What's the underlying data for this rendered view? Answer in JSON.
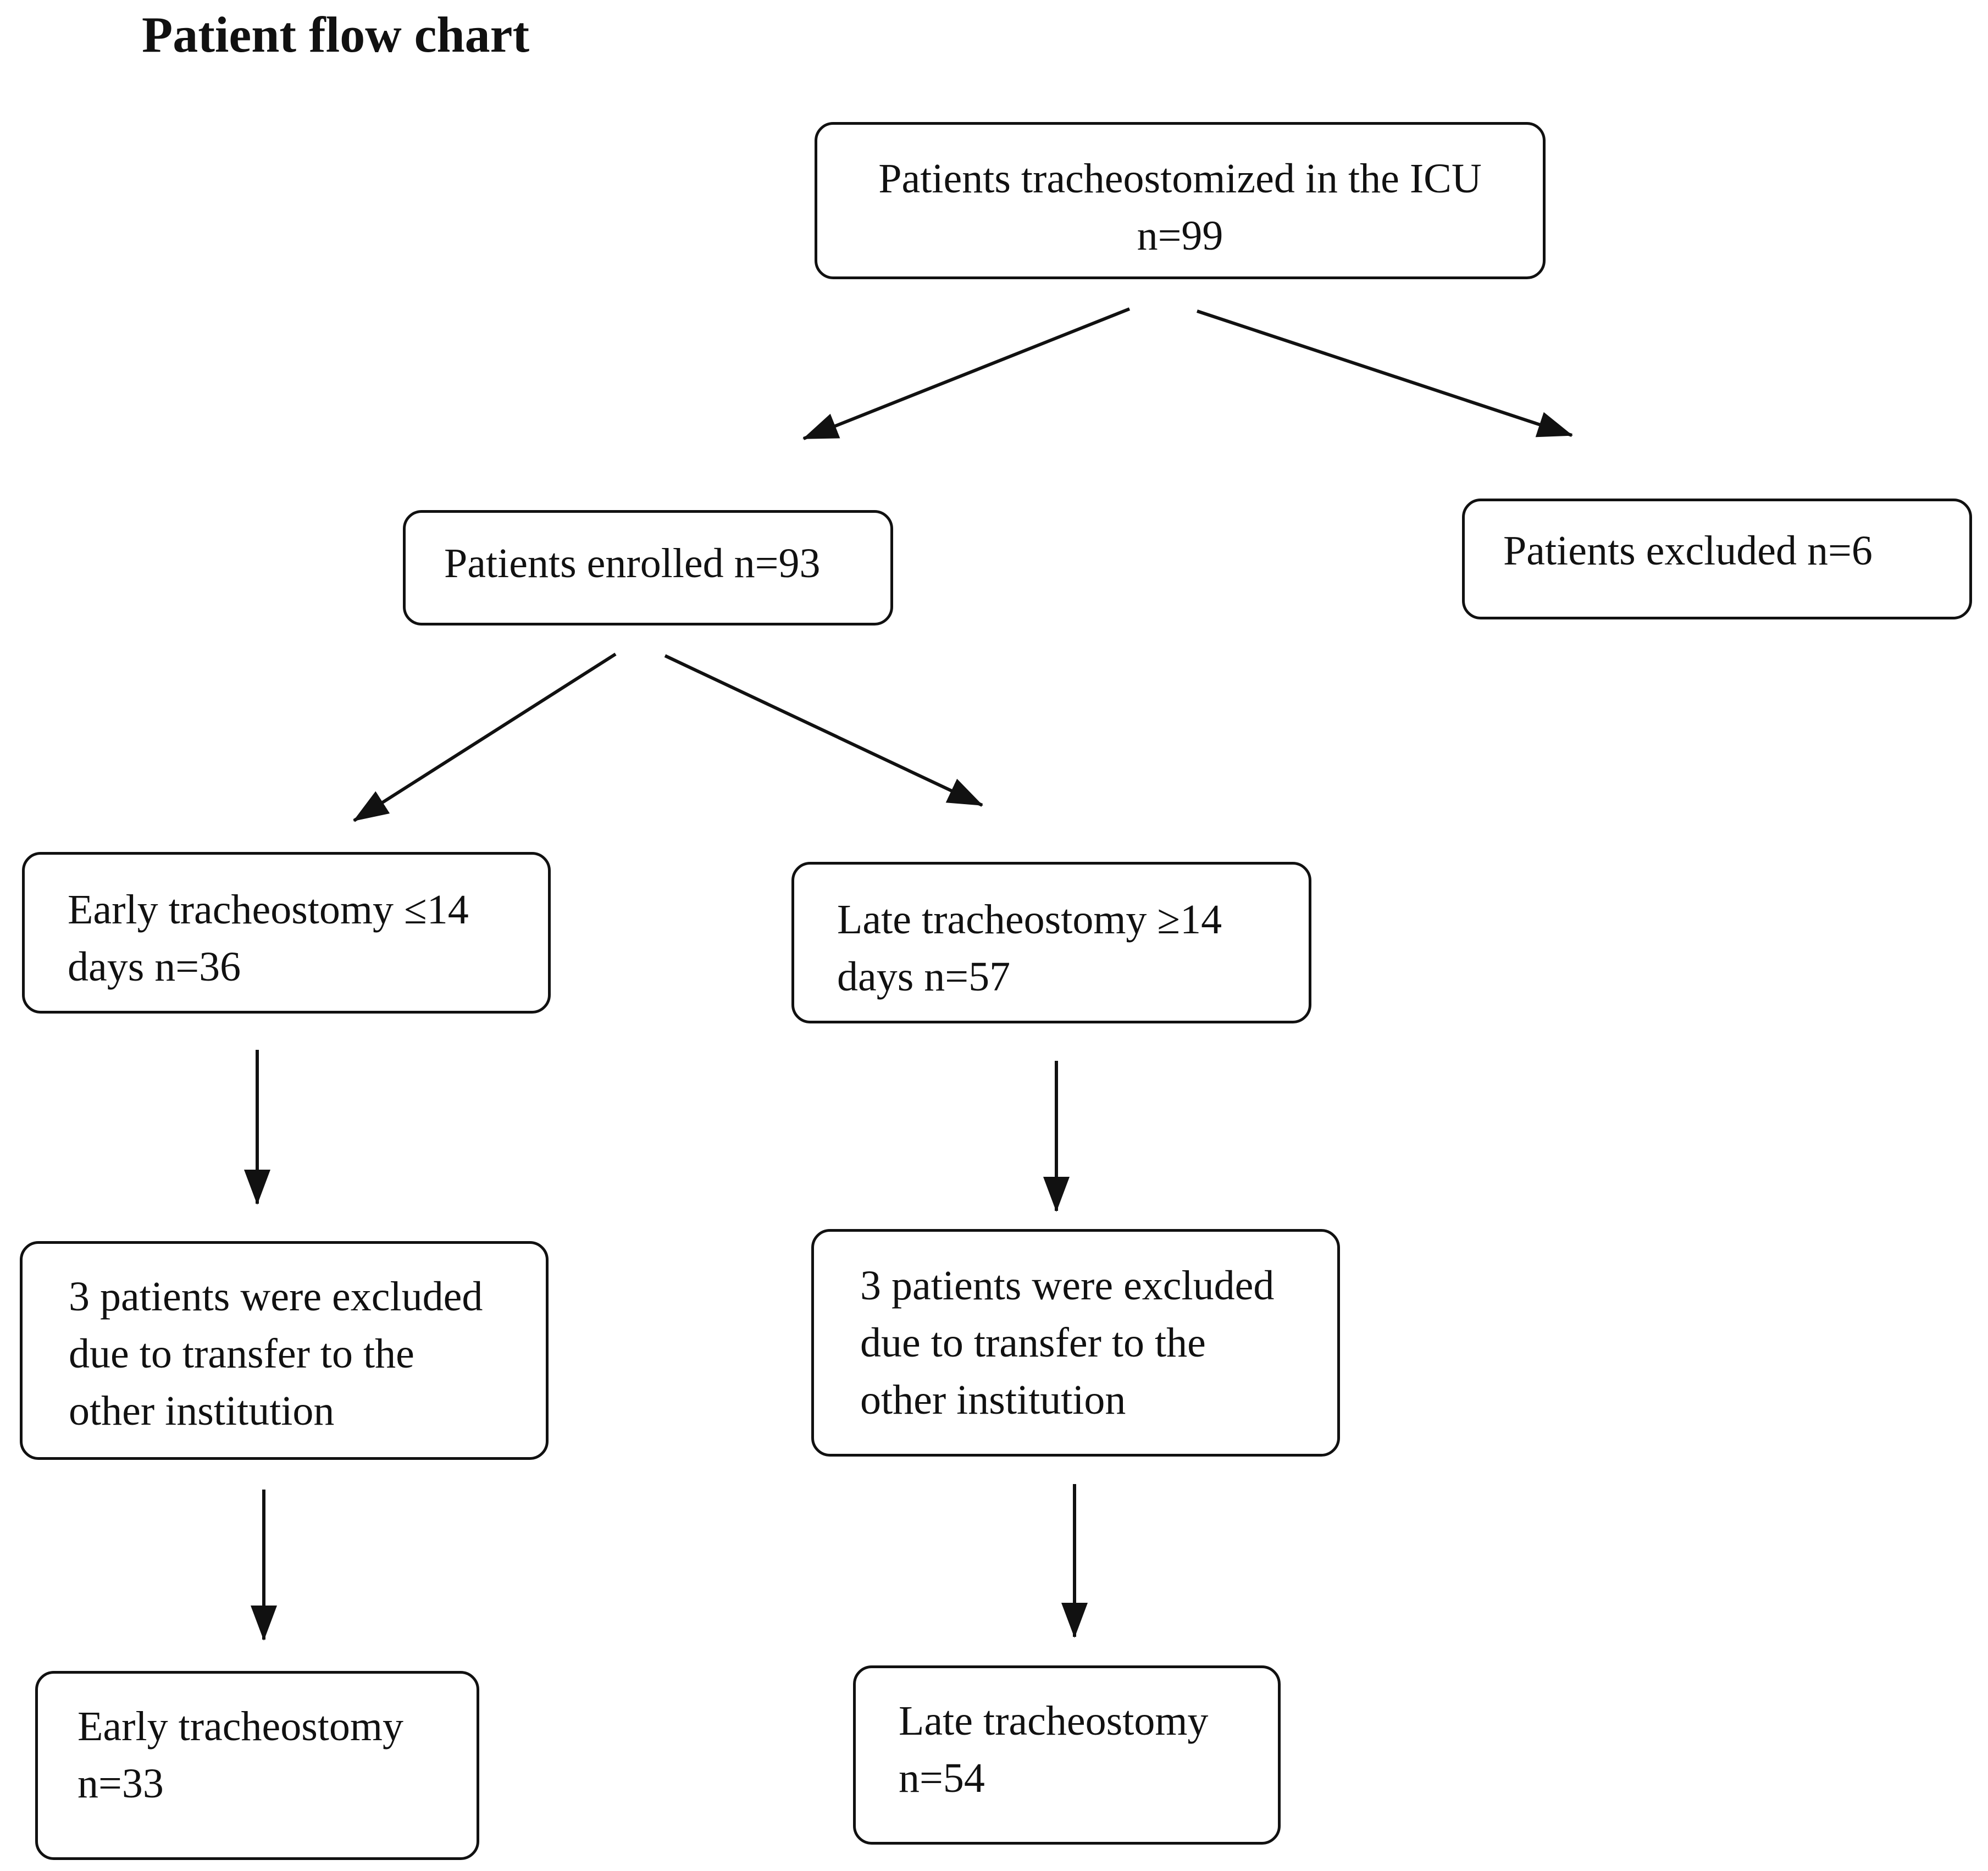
{
  "title": "Patient flow chart",
  "boxes": {
    "total": {
      "line1": "Patients tracheostomized in the ICU",
      "line2": "n=99"
    },
    "enrolled": {
      "text": "Patients enrolled n=93"
    },
    "excluded": {
      "text": "Patients excluded n=6"
    },
    "early": {
      "line1": "Early tracheostomy ≤14",
      "line2": "days n=36"
    },
    "late": {
      "line1": "Late tracheostomy ≥14",
      "line2": "days n=57"
    },
    "early_excluded": {
      "line1": "3 patients were excluded",
      "line2": "due to transfer to the",
      "line3": "other institution"
    },
    "late_excluded": {
      "line1": "3 patients were excluded",
      "line2": "due to transfer to the",
      "line3": "other institution"
    },
    "early_final": {
      "line1": "Early tracheostomy",
      "line2": "n=33"
    },
    "late_final": {
      "line1": "Late tracheostomy",
      "line2": "n=54"
    }
  },
  "colors": {
    "stroke": "#111111",
    "background": "#ffffff"
  }
}
